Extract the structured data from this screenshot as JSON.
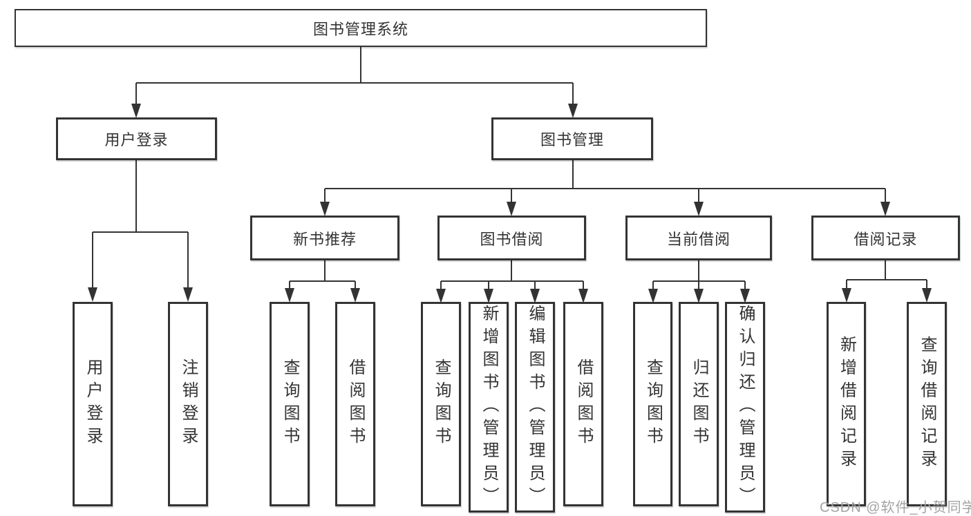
{
  "tree": {
    "label": "图书管理系统",
    "children": [
      {
        "label": "用户登录",
        "children": [
          {
            "label": "用户登录"
          },
          {
            "label": "注销登录"
          }
        ]
      },
      {
        "label": "图书管理",
        "children": [
          {
            "label": "新书推荐",
            "children": [
              {
                "label": "查询图书"
              },
              {
                "label": "借阅图书"
              }
            ]
          },
          {
            "label": "图书借阅",
            "children": [
              {
                "label": "查询图书"
              },
              {
                "label": "新增图书（管理员）"
              },
              {
                "label": "编辑图书（管理员）"
              },
              {
                "label": "借阅图书"
              }
            ]
          },
          {
            "label": "当前借阅",
            "children": [
              {
                "label": "查询图书"
              },
              {
                "label": "归还图书"
              },
              {
                "label": "确认归还（管理员）"
              }
            ]
          },
          {
            "label": "借阅记录",
            "children": [
              {
                "label": "新增借阅记录"
              },
              {
                "label": "查询借阅记录"
              }
            ]
          }
        ]
      }
    ]
  },
  "watermark": {
    "text": "CSDN @软件_小贺同学"
  },
  "colors": {
    "line": "#333333",
    "box_border": "#333333",
    "text": "#333333",
    "background": "#ffffff",
    "watermark": "#a3a3a3"
  }
}
